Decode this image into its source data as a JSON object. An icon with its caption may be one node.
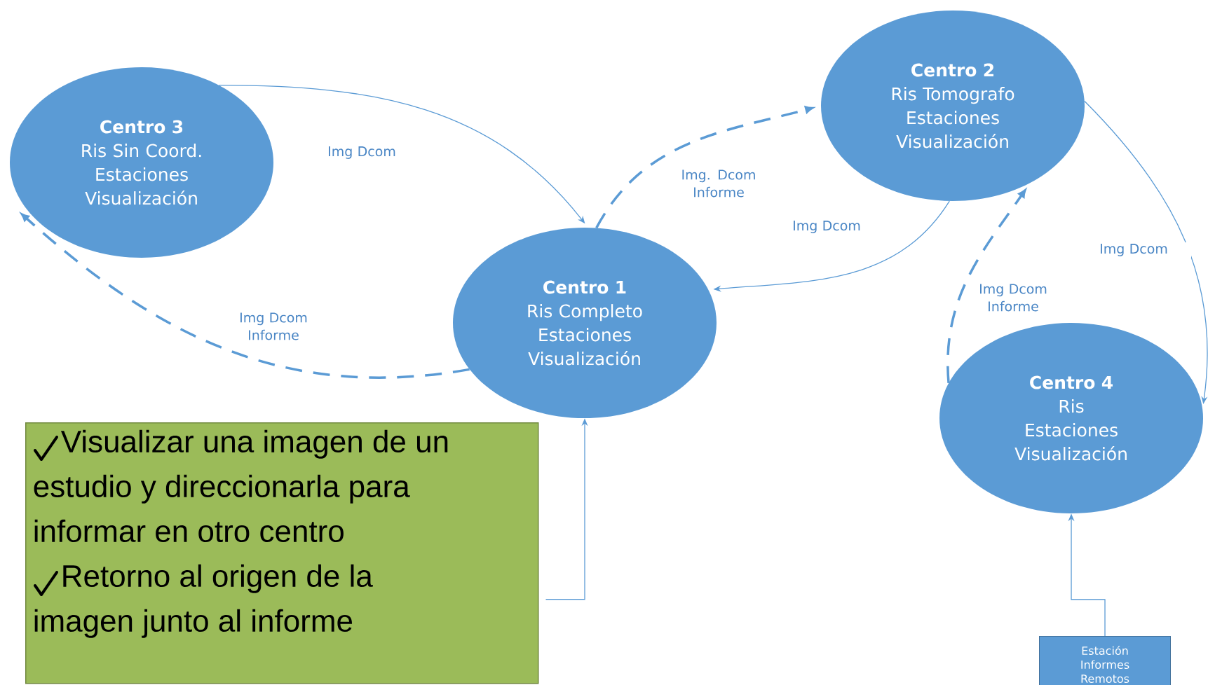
{
  "diagram": {
    "nodes": [
      {
        "text": [
          "Centro 3",
          "Ris Sin Coord. Estaciones Visualización"
        ]
      },
      {
        "text": [
          "Centro 2",
          "Ris Tomografo Estaciones Visualización"
        ]
      },
      {
        "text": [
          "Centro 1",
          "Ris Completo Estaciones Visualización"
        ]
      },
      {
        "text": [
          "Centro 4",
          "Ris Estaciones Visualización"
        ]
      },
      {
        "text": [
          "Visualizar una imagen de un estudio y direccionarla para informar en otro centro",
          "Retorno al origen de la imagen junto al informe"
        ]
      },
      {
        "text": [
          "Estación Informes Remotos"
        ]
      }
    ],
    "edges": [
      {
        "from": 0,
        "to": 2,
        "arrow": "to",
        "label": "Img Dcom"
      },
      {
        "from": 2,
        "to": 1,
        "arrow": "to",
        "label": "Img. Dcom Informe",
        "style": "dashed"
      },
      {
        "from": 1,
        "to": 2,
        "arrow": "to",
        "label": "Img Dcom"
      },
      {
        "from": 2,
        "to": 0,
        "arrow": "to",
        "label": "Img Dcom Informe",
        "style": "dashed"
      },
      {
        "from": 1,
        "to": 3,
        "arrow": "to",
        "label": "Img Dcom"
      },
      {
        "from": 3,
        "to": 1,
        "arrow": "to",
        "label": "Img Dcom Informe",
        "style": "dashed"
      },
      {
        "from": 4,
        "to": 2,
        "arrow": "to"
      },
      {
        "from": 5,
        "to": 3,
        "arrow": "to"
      }
    ]
  }
}
